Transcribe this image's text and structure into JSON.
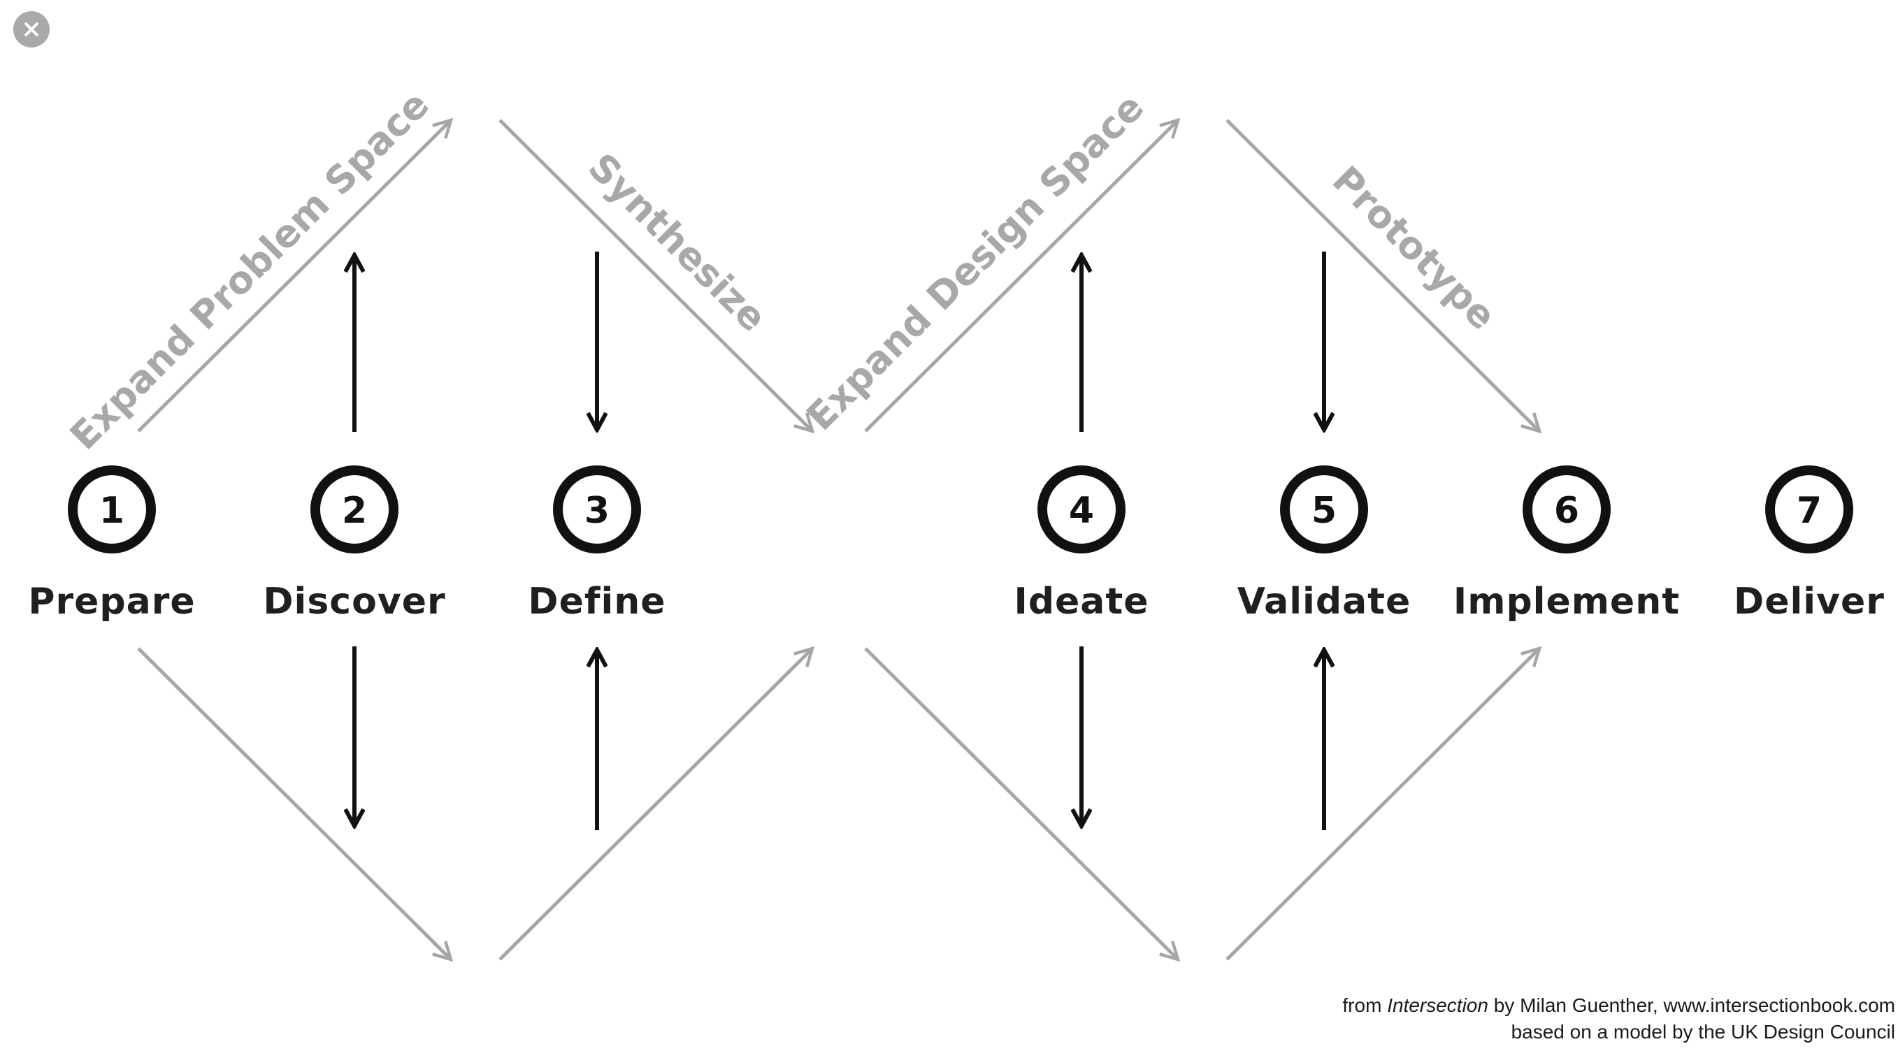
{
  "close_icon": "close-icon",
  "colors": {
    "grey_arrow": "#a6a6a6",
    "black_arrow": "#111111",
    "label_grey": "#a8a8a8",
    "circle": "#111111"
  },
  "phases": [
    {
      "number": "1",
      "label": "Prepare"
    },
    {
      "number": "2",
      "label": "Discover"
    },
    {
      "number": "3",
      "label": "Define"
    },
    {
      "number": "4",
      "label": "Ideate"
    },
    {
      "number": "5",
      "label": "Validate"
    },
    {
      "number": "6",
      "label": "Implement"
    },
    {
      "number": "7",
      "label": "Deliver"
    }
  ],
  "diagonal_labels": {
    "expand_problem": "Expand Problem Space",
    "synthesize": "Synthesize",
    "expand_design": "Expand Design Space",
    "prototype": "Prototype"
  },
  "credits": {
    "line1_prefix": "from ",
    "line1_title": "Intersection",
    "line1_suffix": " by Milan Guenther, www.intersectionbook.com",
    "line2": "based on a model by the UK Design Council"
  }
}
